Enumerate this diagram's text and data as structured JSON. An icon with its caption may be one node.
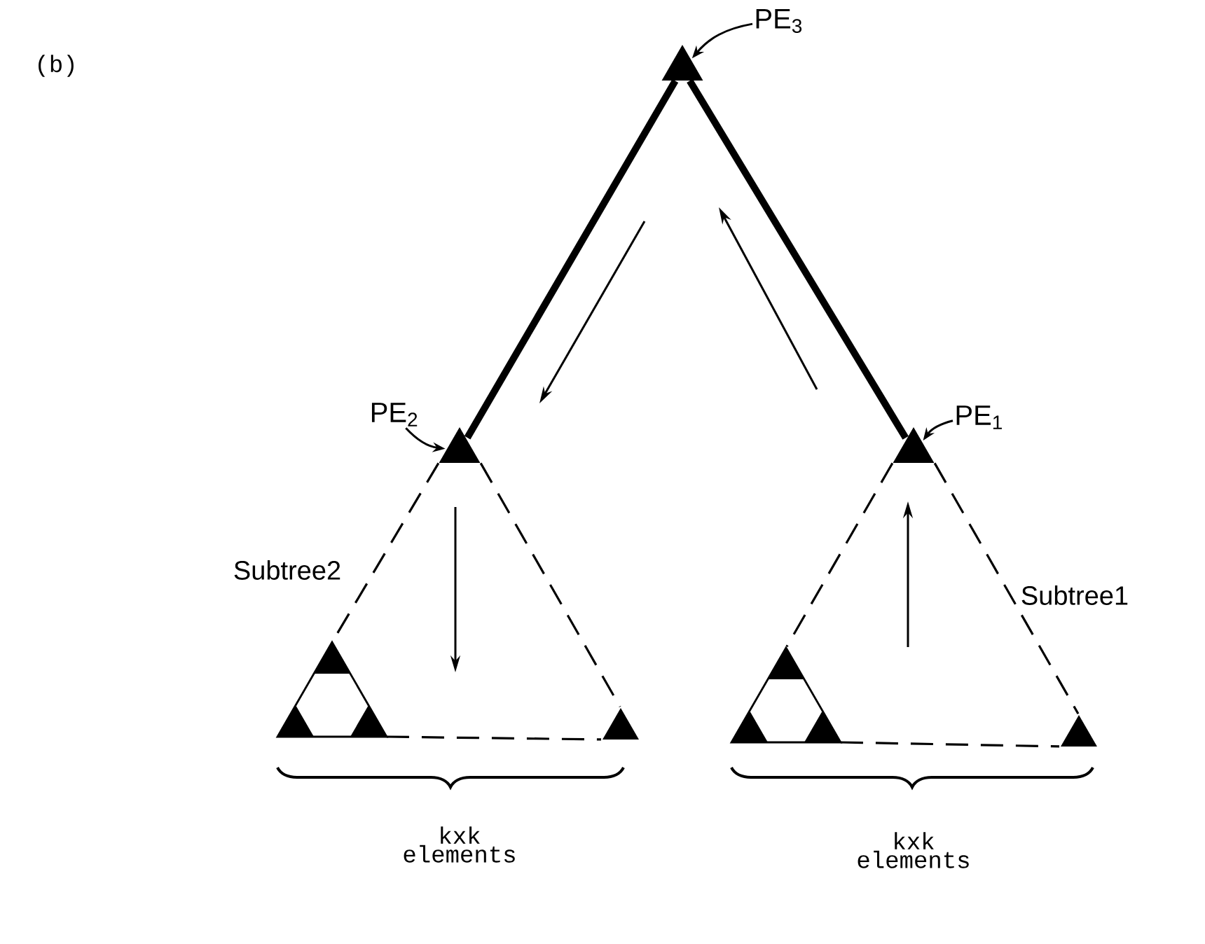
{
  "diagram": {
    "nodes": [
      {
        "text": [],
        "shape": "triangle"
      },
      {
        "text": [],
        "shape": "triangle"
      },
      {
        "text": [],
        "shape": "triangle"
      },
      {
        "text": [
          "PE$_{3}$"
        ]
      },
      {
        "text": [
          "PE$_{2}$"
        ]
      },
      {
        "text": [
          "PE$_{1}$"
        ]
      },
      {
        "text": [],
        "shape": "triangle"
      },
      {
        "text": [],
        "shape": "triangle"
      },
      {
        "text": [],
        "shape": "triangle"
      },
      {
        "text": [],
        "shape": "triangle"
      }
    ],
    "edges": [
      {
        "from": 0,
        "to": 1,
        "arrow": "none",
        "style": "thick"
      },
      {
        "from": 0,
        "to": 2,
        "arrow": "none",
        "style": "thick"
      },
      {
        "from": 3,
        "to": 0,
        "arrow": "to"
      },
      {
        "from": 4,
        "to": 1,
        "arrow": "to"
      },
      {
        "from": 5,
        "to": 2,
        "arrow": "to"
      },
      {
        "from": 1,
        "to": 6,
        "arrow": "none",
        "style": "dashed"
      },
      {
        "from": 1,
        "to": 7,
        "arrow": "none",
        "style": "dashed"
      },
      {
        "from": 6,
        "to": 7,
        "arrow": "none",
        "style": "dashed"
      },
      {
        "from": 2,
        "to": 8,
        "arrow": "none",
        "style": "dashed"
      },
      {
        "from": 2,
        "to": 9,
        "arrow": "none",
        "style": "dashed"
      },
      {
        "from": 8,
        "to": 9,
        "arrow": "none",
        "style": "dashed"
      }
    ],
    "labels": [
      "(b)",
      "Subtree2",
      "Subtree1",
      "kxk elements",
      "kxk elements"
    ]
  }
}
